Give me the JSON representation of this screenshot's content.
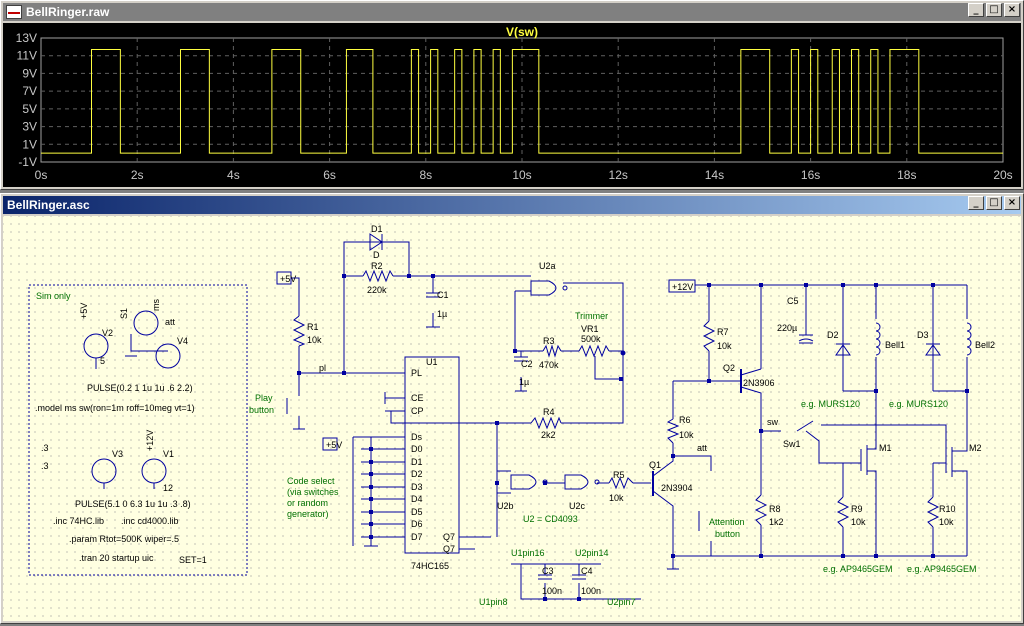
{
  "windows": {
    "waveform_title": "BellRinger.raw",
    "schematic_title": "BellRinger.asc",
    "btn_min": "_",
    "btn_max": "□",
    "btn_close": "×"
  },
  "chart_data": {
    "type": "line",
    "title": "V(sw)",
    "xlabel": "",
    "ylabel": "",
    "xlim": [
      0,
      20
    ],
    "ylim": [
      -1,
      13
    ],
    "x_ticks": [
      "0s",
      "2s",
      "4s",
      "6s",
      "8s",
      "10s",
      "12s",
      "14s",
      "16s",
      "18s",
      "20s"
    ],
    "y_ticks": [
      "13V",
      "11V",
      "9V",
      "7V",
      "5V",
      "3V",
      "1V",
      "-1V"
    ],
    "grid": true,
    "series_color": "#ffff40",
    "low_value": 0,
    "high_value": 11.7,
    "pulses": [
      [
        1.05,
        1.65
      ],
      [
        2.9,
        3.5
      ],
      [
        4.8,
        5.4
      ],
      [
        6.35,
        6.9
      ],
      [
        7.7,
        7.85
      ],
      [
        8.1,
        8.25
      ],
      [
        8.6,
        8.75
      ],
      [
        9.0,
        9.15
      ],
      [
        9.4,
        9.55
      ],
      [
        9.8,
        10.35
      ],
      [
        14.55,
        15.15
      ],
      [
        15.6,
        15.75
      ],
      [
        16.0,
        16.15
      ],
      [
        16.45,
        16.6
      ],
      [
        16.85,
        17.0
      ],
      [
        17.25,
        17.4
      ],
      [
        17.65,
        18.25
      ]
    ]
  },
  "schematic": {
    "power": {
      "p5v_a": "+5V",
      "p5v_b": "+5V",
      "p12v": "+12V"
    },
    "sim_box": {
      "title": "Sim only",
      "pulse1": "PULSE(0.2 1 1u 1u .6 2.2)",
      "model": ".model ms sw(ron=1m roff=10meg vt=1)",
      "pulse2": "PULSE(5.1 0 6.3 1u 1u .3 .8)",
      "inc1": ".inc 74HC.lib",
      "inc2": ".inc cd4000.lib",
      "param": ".param Rtot=500K wiper=.5",
      "tran": ".tran 20 startup uic",
      "set": "SET=1",
      "v2": "V2",
      "v2_val": "5",
      "v2_pos": "+5V",
      "s1": "S1",
      "ms": "ms",
      "att": "att",
      "v4": "V4",
      "v3": "V3",
      "v1": "V1",
      "v1_val": "12",
      "v1_pos": "+12V",
      "v3_a": ".3",
      "v3_b": ".3"
    },
    "labels": {
      "d1": "D1",
      "d1_val": "D",
      "r2": "R2",
      "r2_val": "220k",
      "c1": "C1",
      "c1_val": "1µ",
      "r1": "R1",
      "r1_val": "10k",
      "pl_net": "pl",
      "play_btn": "Play\nbutton",
      "u1": "U1",
      "u1_part": "74HC165",
      "u1_pins": [
        "PL",
        "CE",
        "CP",
        "Ds",
        "D0",
        "D1",
        "D2",
        "D3",
        "D4",
        "D5",
        "D6",
        "D7",
        "Q7",
        "Q7"
      ],
      "u2a": "U2a",
      "trimmer": "Trimmer",
      "vr1": "VR1",
      "vr1_val": "500k",
      "r3": "R3",
      "r3_val": "470k",
      "c2": "C2",
      "c2_val": "1µ",
      "r4": "R4",
      "r4_val": "2k2",
      "code_select": "Code select\n(via switches\nor random\ngenerator)",
      "u2b": "U2b",
      "u2c": "U2c",
      "u2_note": "U2 = CD4093",
      "r5": "R5",
      "r5_val": "10k",
      "q1": "Q1",
      "q1_part": "2N3904",
      "r6": "R6",
      "r6_val": "10k",
      "att_net": "att",
      "attention": "Attention\nbutton",
      "u1pin16": "U1pin16",
      "u2pin14": "U2pin14",
      "c3": "C3",
      "c3_val": "100n",
      "c4": "C4",
      "c4_val": "100n",
      "u1pin8": "U1pin8",
      "u2pin7": "U2pin7",
      "r7": "R7",
      "r7_val": "10k",
      "q2": "Q2",
      "q2_part": "2N3906",
      "c5": "C5",
      "c5_val": "220µ",
      "d2": "D2",
      "d3": "D3",
      "bell1": "Bell1",
      "bell2": "Bell2",
      "murs1": "e.g. MURS120",
      "murs2": "e.g. MURS120",
      "sw_net": "sw",
      "sw1": "Sw1",
      "m1": "M1",
      "m2": "M2",
      "r8": "R8",
      "r8_val": "1k2",
      "r9": "R9",
      "r9_val": "10k",
      "r10": "R10",
      "r10_val": "10k",
      "ap1": "e.g. AP9465GEM",
      "ap2": "e.g. AP9465GEM"
    }
  }
}
